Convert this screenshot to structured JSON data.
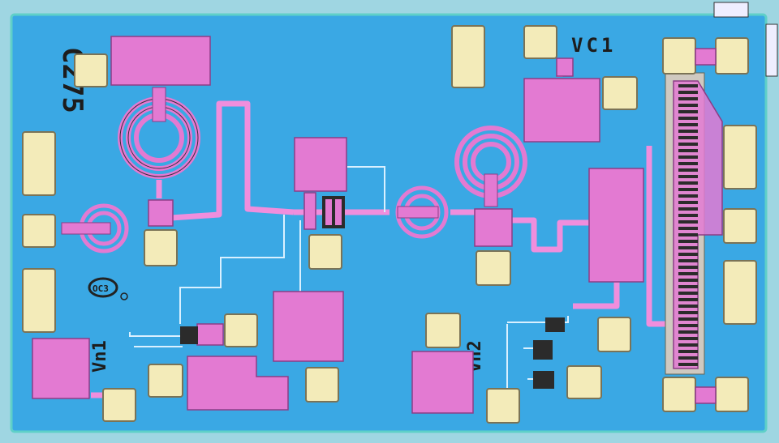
{
  "chip": {
    "part_number": "C275",
    "label_vc1": "VC1",
    "label_vn1": "Vn1",
    "label_vn2": "Vn2",
    "logo": "OC3"
  },
  "colors": {
    "substrate": "#3aa8e4",
    "metal_pad": "#f3ebb9",
    "rf_metal": "#e37ad2",
    "border": "#9fd6e2"
  },
  "icons": [
    "spiral-inductor-icon",
    "mim-capacitor-icon",
    "transistor-array-icon",
    "company-logo-icon"
  ]
}
